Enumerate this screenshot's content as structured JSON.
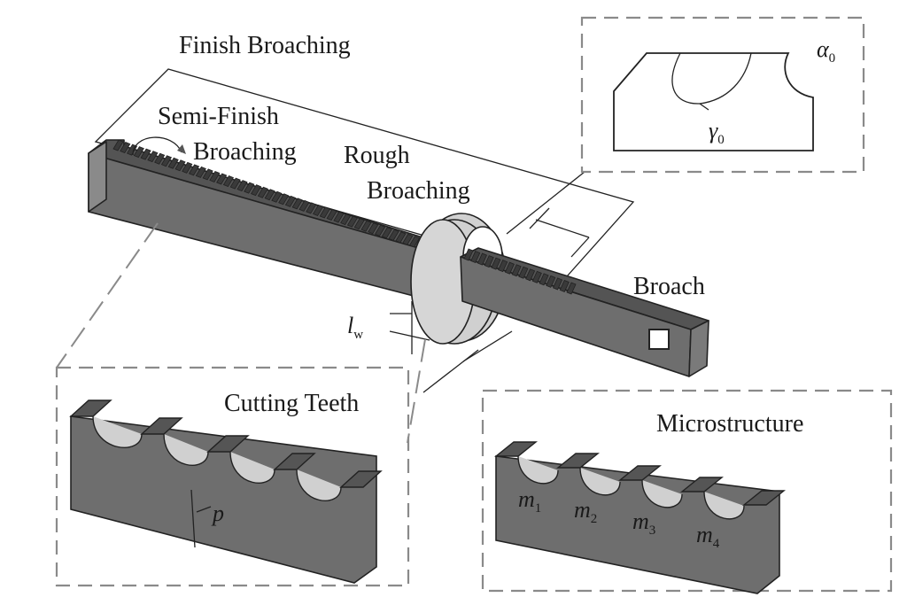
{
  "labels": {
    "finish_broaching": "Finish Broaching",
    "semi_finish_line1": "Semi-Finish",
    "semi_finish_line2": "Broaching",
    "rough_line1": "Rough",
    "rough_line2": "Broaching",
    "broach": "Broach",
    "cutting_teeth": "Cutting Teeth",
    "microstructure": "Microstructure"
  },
  "symbols": {
    "alpha": "α",
    "alpha_sub": "0",
    "gamma": "γ",
    "gamma_sub": "0",
    "l": "l",
    "l_sub": "w",
    "pitch": "p",
    "m": "m",
    "m1_sub": "1",
    "m2_sub": "2",
    "m3_sub": "3",
    "m4_sub": "4"
  },
  "colors": {
    "body_grey": "#6e6e6e",
    "top_grey": "#545454",
    "light_grey": "#d0d0d0",
    "outline": "#222222",
    "dash_grey": "#8a8a8a"
  }
}
